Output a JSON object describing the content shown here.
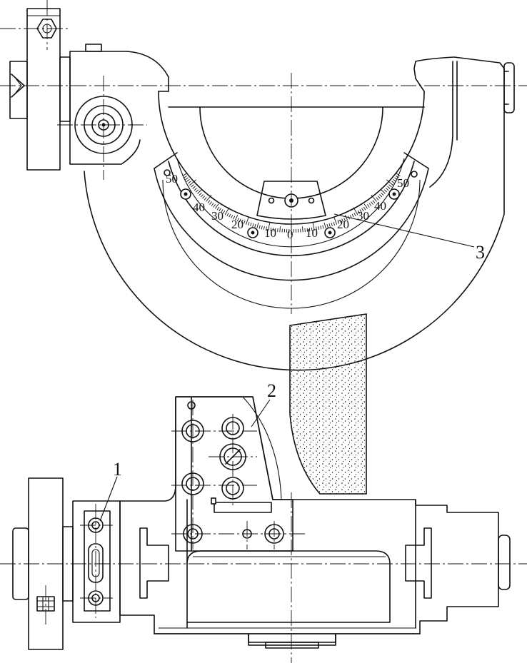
{
  "callouts": {
    "part_1": "1",
    "part_2": "2",
    "part_3": "3"
  },
  "scale": {
    "center": "0",
    "left": [
      "10",
      "20",
      "30",
      "40",
      "50"
    ],
    "right": [
      "10",
      "20",
      "30",
      "40",
      "50"
    ]
  },
  "colors": {
    "line": "#111111",
    "background": "#ffffff"
  }
}
